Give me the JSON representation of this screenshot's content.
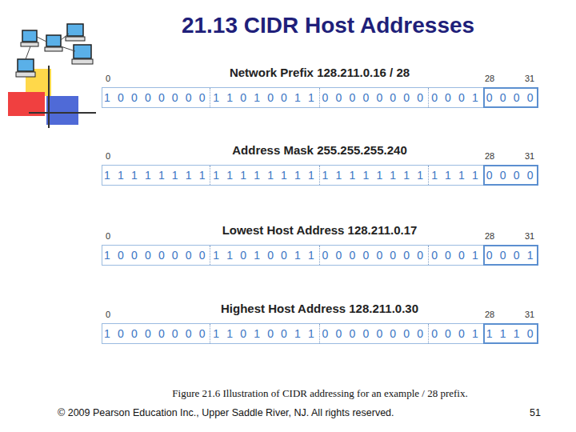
{
  "diagram": {
    "title": "21.13 CIDR Host Addresses",
    "caption": "Figure 21.6 Illustration of CIDR addressing for an example / 28 prefix.",
    "nodes": [
      {
        "text": [
          "Network Prefix 128.211.0.16 / 28",
          "1 0 0 0 0 0 0 0",
          "1 1 0 1 0 0 1 1",
          "0 0 0 0 0 0 0 0",
          "0 0 0 1"
        ]
      },
      {
        "text": [
          "0 0 0 0"
        ],
        "in": 0
      },
      {
        "text": [
          "Address Mask 255.255.255.240",
          "1 1 1 1 1 1 1 1",
          "1 1 1 1 1 1 1 1",
          "1 1 1 1 1 1 1 1",
          "1 1 1 1"
        ]
      },
      {
        "text": [
          "0 0 0 0"
        ],
        "in": 2
      },
      {
        "text": [
          "Lowest Host Address 128.211.0.17",
          "1 0 0 0 0 0 0 0",
          "1 1 0 1 0 0 1 1",
          "0 0 0 0 0 0 0 0",
          "0 0 0 1"
        ]
      },
      {
        "text": [
          "0 0 0 1"
        ],
        "in": 4
      },
      {
        "text": [
          "Highest Host Address 128.211.0.30",
          "1 0 0 0 0 0 0 0",
          "1 1 0 1 0 0 1 1",
          "0 0 0 0 0 0 0 0",
          "0 0 0 1"
        ]
      },
      {
        "text": [
          "1 1 1 0"
        ],
        "in": 6
      }
    ],
    "labels": [
      "0",
      "28",
      "31",
      "0",
      "28",
      "31",
      "0",
      "28",
      "31",
      "0",
      "28",
      "31",
      "© 2009 Pearson Education Inc., Upper Saddle River, NJ. All rights reserved.",
      "51"
    ]
  }
}
